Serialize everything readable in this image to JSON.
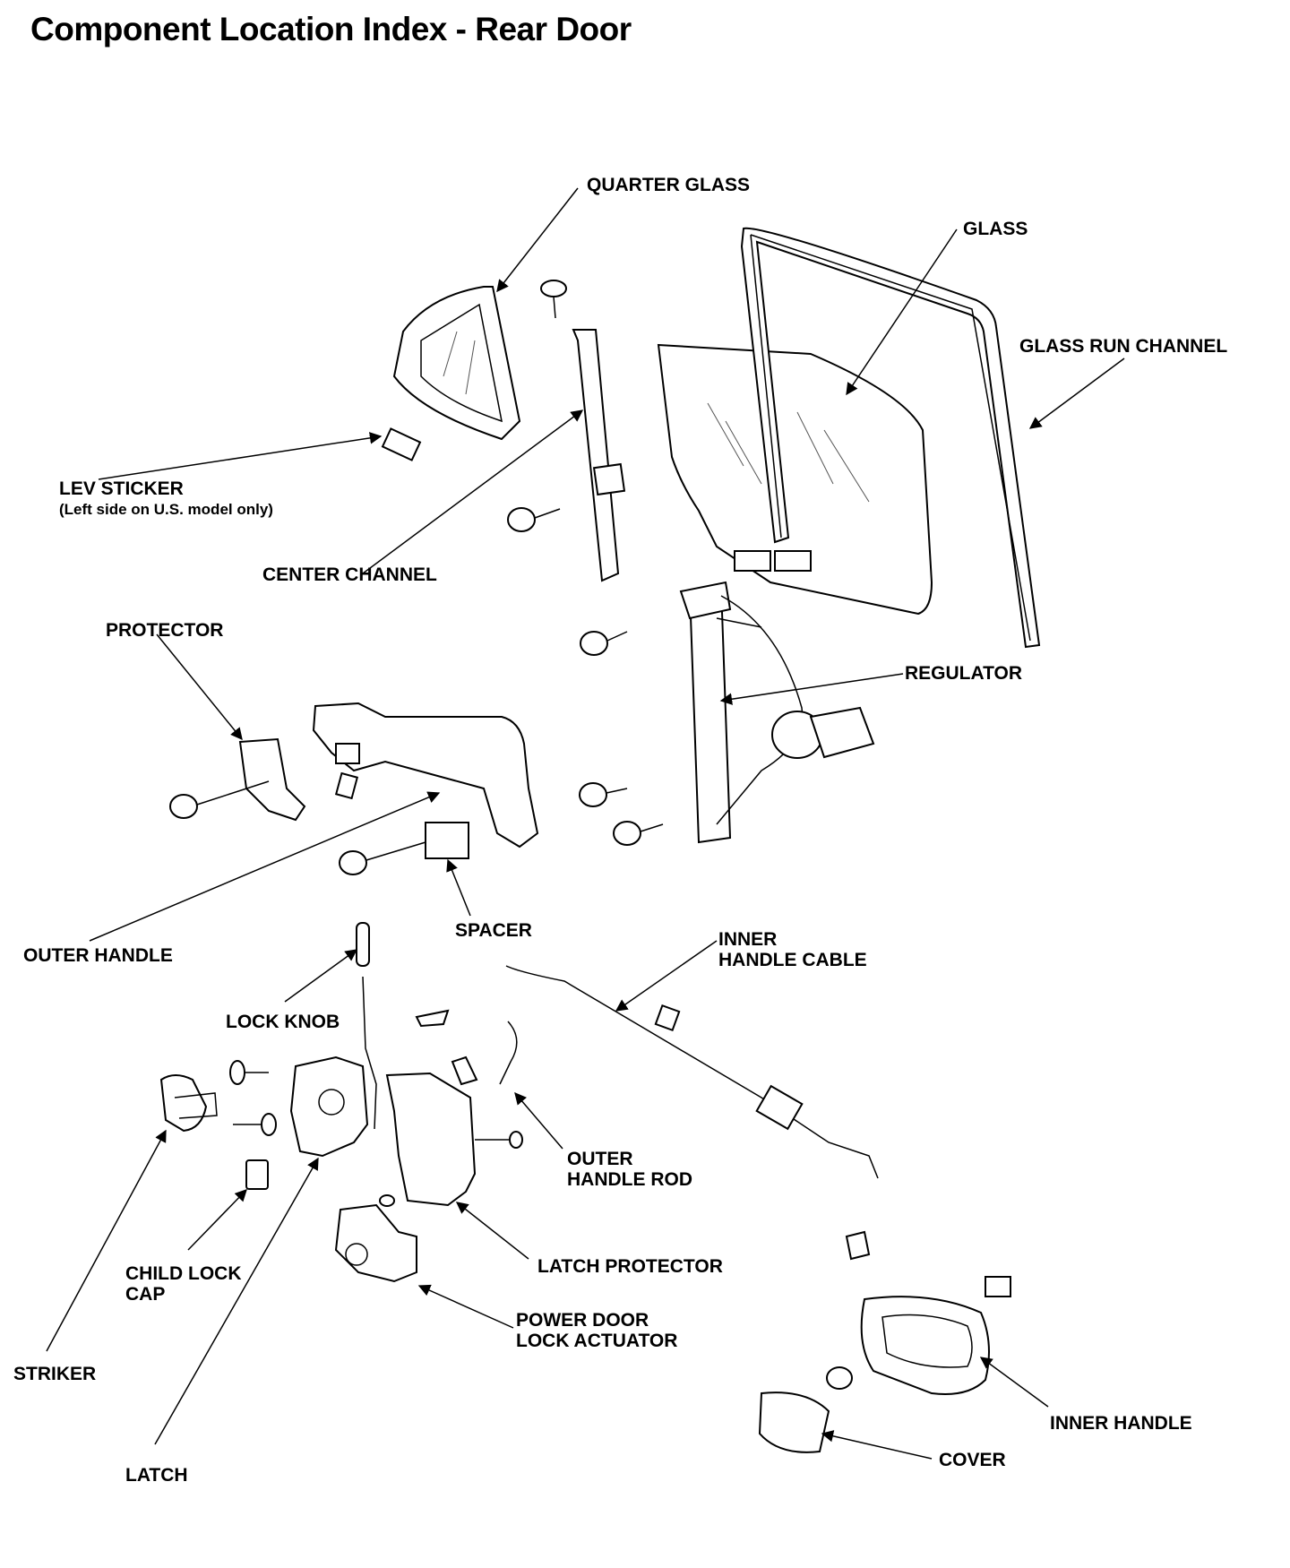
{
  "title": "Component Location Index - Rear Door",
  "labels": {
    "quarter_glass": "QUARTER GLASS",
    "glass": "GLASS",
    "glass_run_channel": "GLASS RUN CHANNEL",
    "lev_sticker": "LEV STICKER",
    "lev_sticker_note": "(Left side on U.S. model only)",
    "center_channel": "CENTER CHANNEL",
    "protector": "PROTECTOR",
    "regulator": "REGULATOR",
    "outer_handle": "OUTER HANDLE",
    "spacer": "SPACER",
    "inner_handle_cable_1": "INNER",
    "inner_handle_cable_2": "HANDLE CABLE",
    "lock_knob": "LOCK KNOB",
    "outer_handle_rod_1": "OUTER",
    "outer_handle_rod_2": "HANDLE ROD",
    "child_lock_cap_1": "CHILD LOCK",
    "child_lock_cap_2": "CAP",
    "latch_protector": "LATCH PROTECTOR",
    "power_door_lock_actuator_1": "POWER DOOR",
    "power_door_lock_actuator_2": "LOCK ACTUATOR",
    "striker": "STRIKER",
    "latch": "LATCH",
    "inner_handle": "INNER HANDLE",
    "cover": "COVER"
  }
}
